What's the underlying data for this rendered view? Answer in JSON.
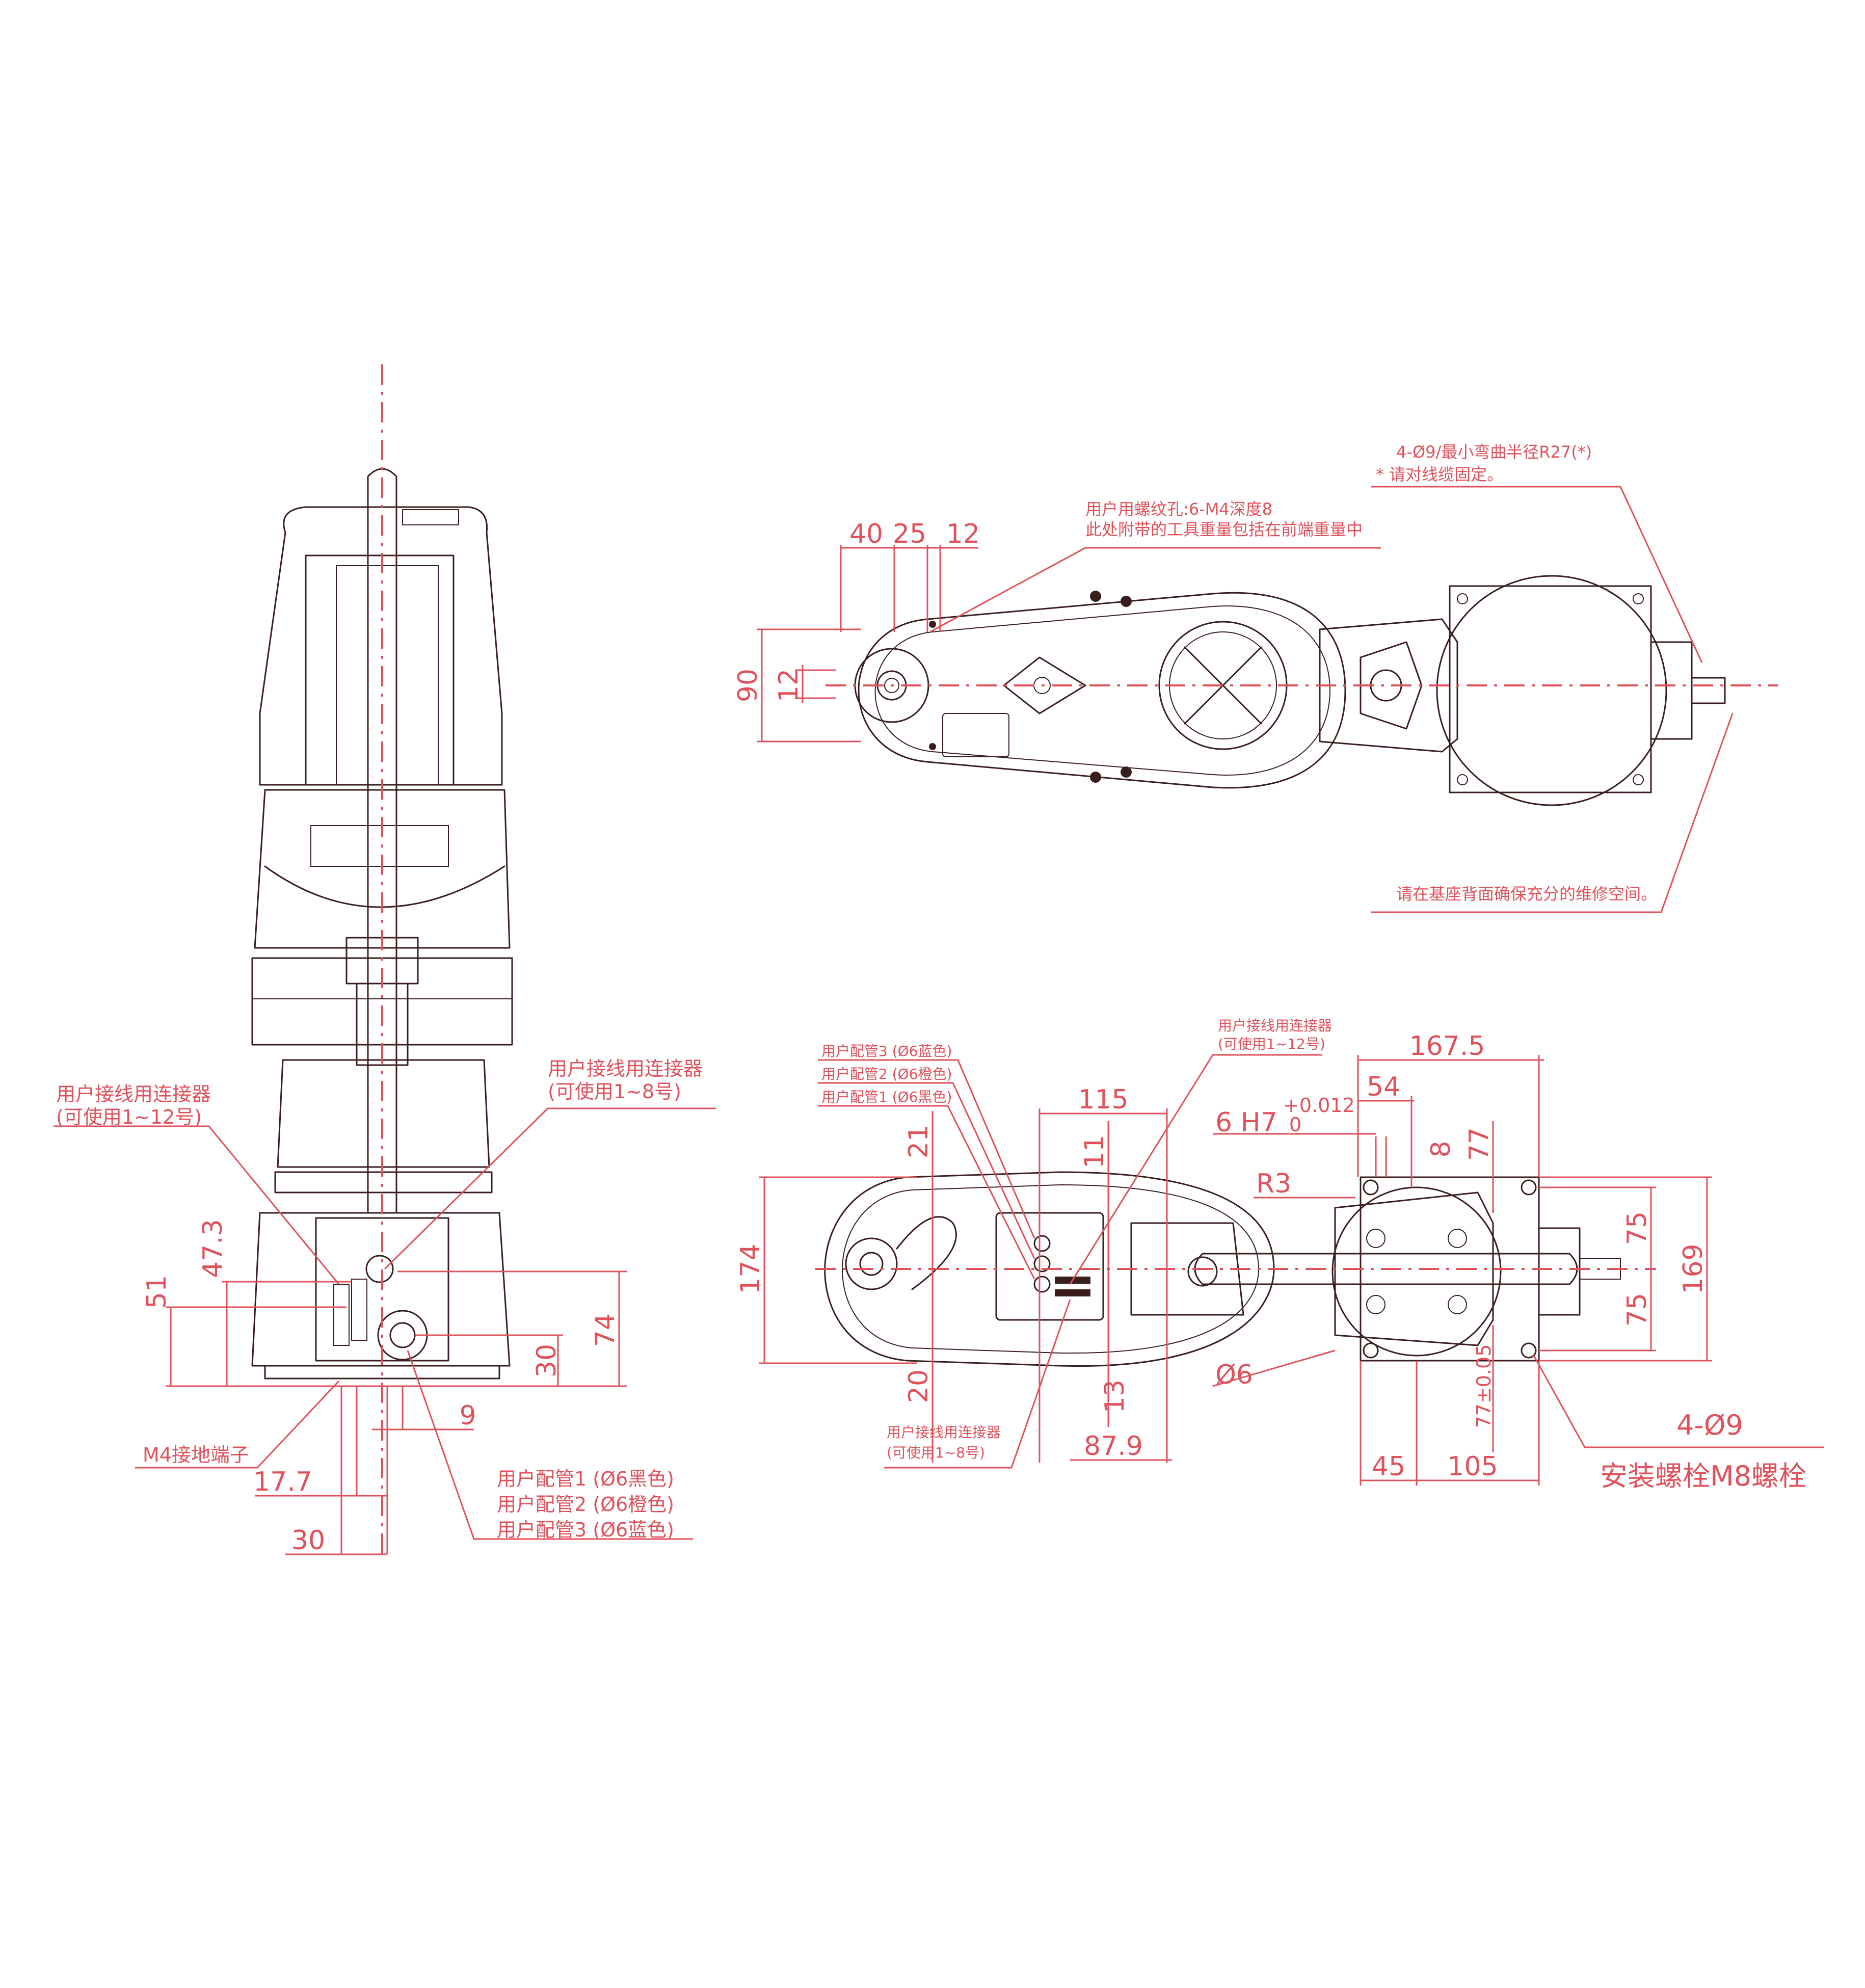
{
  "side_view": {
    "dims": {
      "d51": "51",
      "d47_3": "47.3",
      "d74": "74",
      "d30a": "30",
      "d9": "9",
      "d17_7": "17.7",
      "d30b": "30"
    },
    "labels": {
      "conn12_l1": "用户接线用连接器",
      "conn12_l2": "(可使用1~12号)",
      "conn8_l1": "用户接线用连接器",
      "conn8_l2": "(可使用1~8号)",
      "ground": "M4接地端子",
      "pipe1": "用户配管1 (Ø6黑色)",
      "pipe2": "用户配管2 (Ø6橙色)",
      "pipe3": "用户配管3 (Ø6蓝色)"
    }
  },
  "top_view": {
    "dims": {
      "d40": "40",
      "d25": "25",
      "d12a": "12",
      "d90": "90",
      "d12b": "12"
    },
    "labels": {
      "thread_l1": "用户用螺纹孔:6-M4深度8",
      "thread_l2": "此处附带的工具重量包括在前端重量中",
      "cable_l1": "4-Ø9/最小弯曲半径R27(*)",
      "cable_l2": "* 请对线缆固定。",
      "maint": "请在基座背面确保充分的维修空间。"
    }
  },
  "bottom_view": {
    "dims": {
      "d167_5": "167.5",
      "d115": "115",
      "d54": "54",
      "h7_main": "6 H7",
      "h7_upper": "+0.012",
      "h7_lower": "0",
      "d8": "8",
      "d77": "77",
      "r3": "R3",
      "d21": "21",
      "d11": "11",
      "d174": "174",
      "d75a": "75",
      "d169": "169",
      "d75b": "75",
      "d20": "20",
      "d13": "13",
      "phi6": "Ø6",
      "d77tol": "77±0.05",
      "d87_9": "87.9",
      "d45": "45",
      "d105": "105",
      "holes": "4-Ø9"
    },
    "labels": {
      "pipe3": "用户配管3 (Ø6蓝色)",
      "pipe2": "用户配管2 (Ø6橙色)",
      "pipe1": "用户配管1 (Ø6黑色)",
      "conn12_l1": "用户接线用连接器",
      "conn12_l2": "(可使用1~12号)",
      "conn8_l1": "用户接线用连接器",
      "conn8_l2": "(可使用1~8号)",
      "bolt": "安装螺栓M8螺栓"
    }
  }
}
